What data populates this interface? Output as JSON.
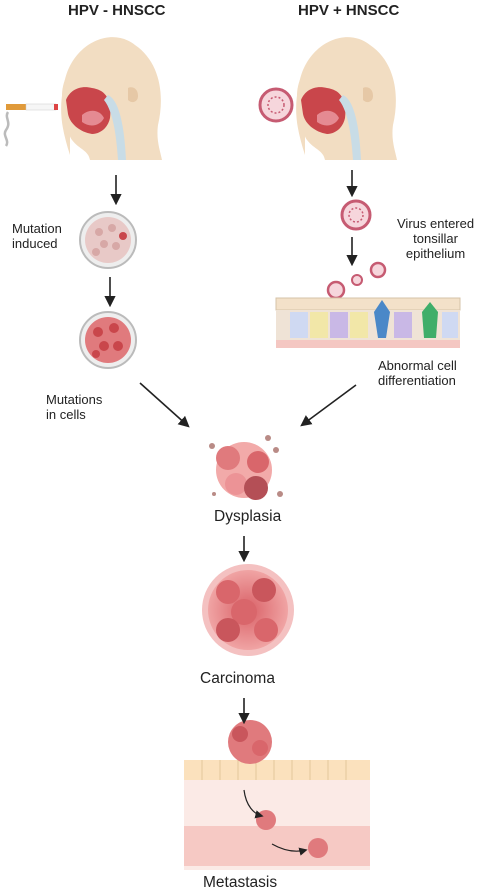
{
  "titles": {
    "left": "HPV - HNSCC",
    "right": "HPV + HNSCC"
  },
  "labels": {
    "mutation_induced": [
      "Mutation",
      "induced"
    ],
    "mutations_in_cells": [
      "Mutations",
      "in cells"
    ],
    "virus_entered": [
      "Virus entered",
      "tonsillar",
      "epithelium"
    ],
    "abnormal_diff": [
      "Abnormal cell",
      "differentiation"
    ],
    "dysplasia": "Dysplasia",
    "carcinoma": "Carcinoma",
    "metastasis": "Metastasis"
  },
  "colors": {
    "head": "#f2ddc2",
    "head_outline": "#e6c8a6",
    "mouth": "#c9464b",
    "tumor": "#e88a8c",
    "tumor_dark": "#c9565c",
    "virus": "#c65b72",
    "arrow": "#222222",
    "skin_layer": "#fbe1bd",
    "tissue": "#f8d9d4"
  }
}
